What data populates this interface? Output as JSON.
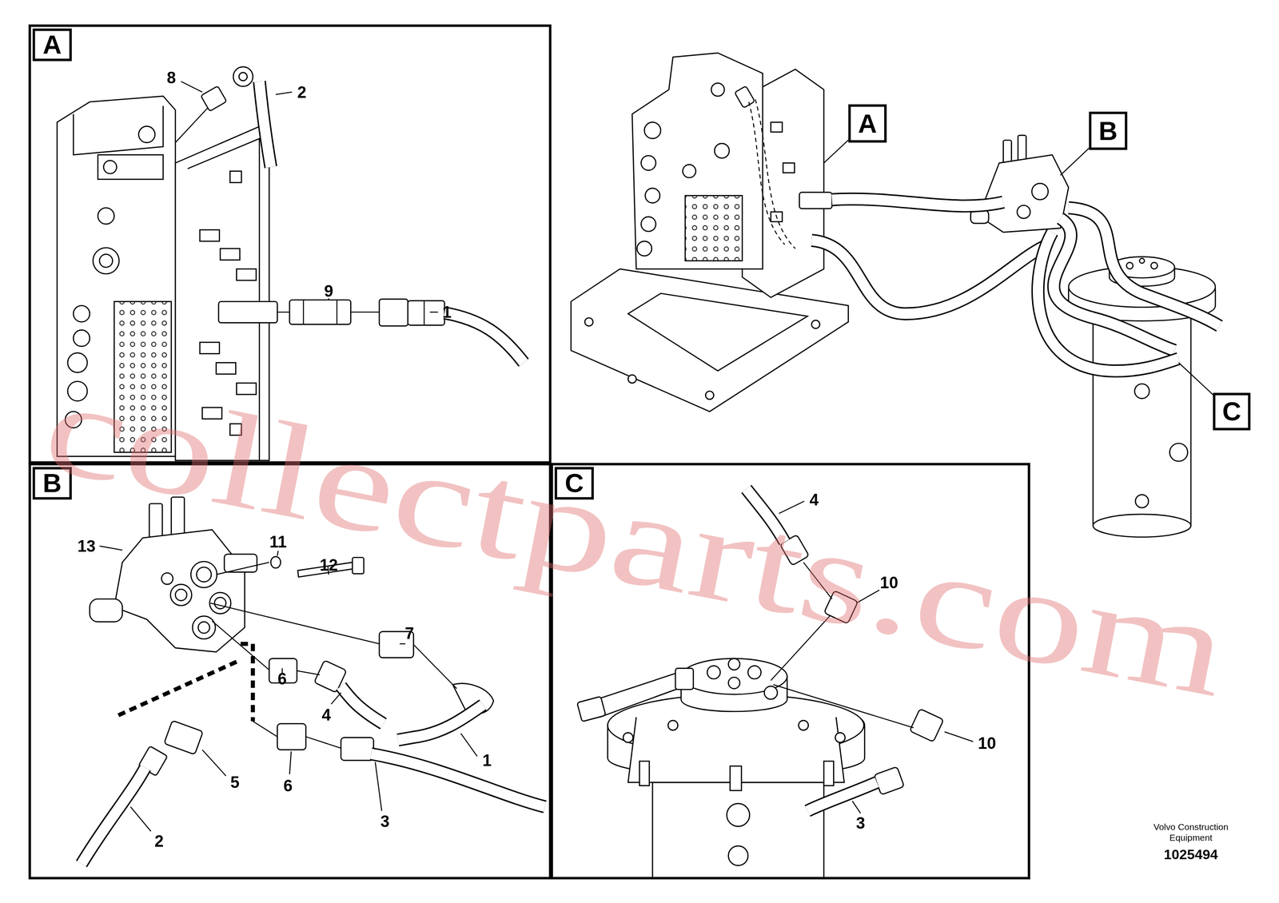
{
  "diagram": {
    "nodes": [
      {
        "text": [
          "A"
        ]
      },
      {
        "text": [
          "B"
        ]
      },
      {
        "text": [
          "C"
        ]
      },
      {
        "text": [
          "A"
        ]
      },
      {
        "text": [
          "B"
        ]
      },
      {
        "text": [
          "C"
        ]
      }
    ],
    "labels": [
      "8",
      "2",
      "9",
      "1",
      "13",
      "11",
      "12",
      "7",
      "6",
      "4",
      "1",
      "5",
      "6",
      "3",
      "2",
      "4",
      "10",
      "10",
      "3",
      "Volvo Construction Equipment",
      "1025494",
      "collectparts.com"
    ]
  }
}
